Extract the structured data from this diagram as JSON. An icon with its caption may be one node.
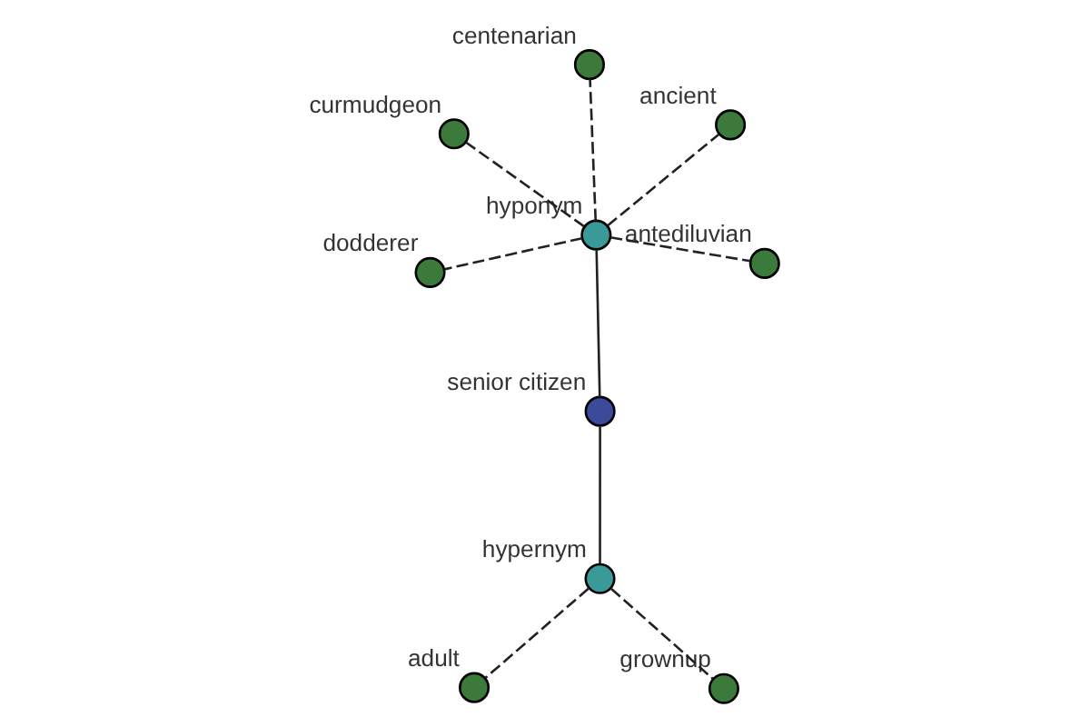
{
  "diagram": {
    "nodes": [
      {
        "text": [
          "senior citizen"
        ]
      },
      {
        "text": [
          "hyponym"
        ]
      },
      {
        "text": [
          "hypernym"
        ]
      },
      {
        "text": [
          "centenarian"
        ]
      },
      {
        "text": [
          "ancient"
        ]
      },
      {
        "text": [
          "curmudgeon"
        ]
      },
      {
        "text": [
          "dodderer"
        ]
      },
      {
        "text": [
          "antediluvian"
        ]
      },
      {
        "text": [
          "adult"
        ]
      },
      {
        "text": [
          "grownup"
        ]
      }
    ],
    "edges": [
      {
        "from": 0,
        "to": 1,
        "arrow": "none"
      },
      {
        "from": 0,
        "to": 2,
        "arrow": "none"
      },
      {
        "from": 1,
        "to": 3,
        "arrow": "none",
        "style": "dashed"
      },
      {
        "from": 1,
        "to": 4,
        "arrow": "none",
        "style": "dashed"
      },
      {
        "from": 1,
        "to": 5,
        "arrow": "none",
        "style": "dashed"
      },
      {
        "from": 1,
        "to": 6,
        "arrow": "none",
        "style": "dashed"
      },
      {
        "from": 1,
        "to": 7,
        "arrow": "none",
        "style": "dashed"
      },
      {
        "from": 2,
        "to": 8,
        "arrow": "none",
        "style": "dashed"
      },
      {
        "from": 2,
        "to": 9,
        "arrow": "none",
        "style": "dashed"
      }
    ]
  }
}
